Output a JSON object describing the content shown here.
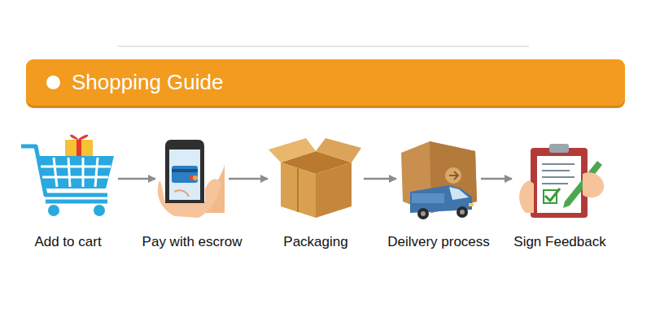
{
  "diagram": {
    "title": "Shopping Guide",
    "nodes": [
      {
        "text": [
          "Add to cart"
        ]
      },
      {
        "text": [
          "Pay with escrow"
        ]
      },
      {
        "text": [
          "Packaging"
        ]
      },
      {
        "text": [
          "Deilvery process"
        ]
      },
      {
        "text": [
          "Sign Feedback"
        ]
      }
    ],
    "edges": [
      {
        "from": 0,
        "to": 1,
        "arrow": "to"
      },
      {
        "from": 1,
        "to": 2,
        "arrow": "to"
      },
      {
        "from": 2,
        "to": 3,
        "arrow": "to"
      },
      {
        "from": 3,
        "to": 4,
        "arrow": "to"
      }
    ]
  }
}
